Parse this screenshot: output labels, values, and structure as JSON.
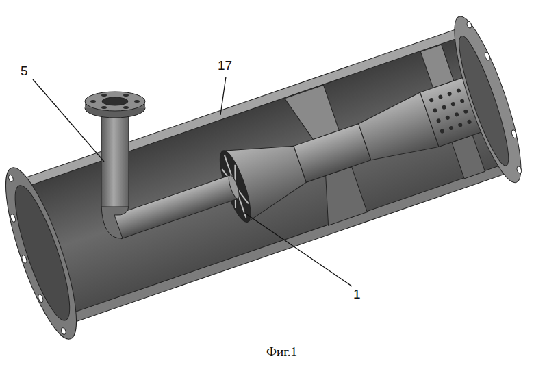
{
  "diagram": {
    "caption": "Фиг.1",
    "labels": [
      "5",
      "17",
      "1"
    ]
  }
}
